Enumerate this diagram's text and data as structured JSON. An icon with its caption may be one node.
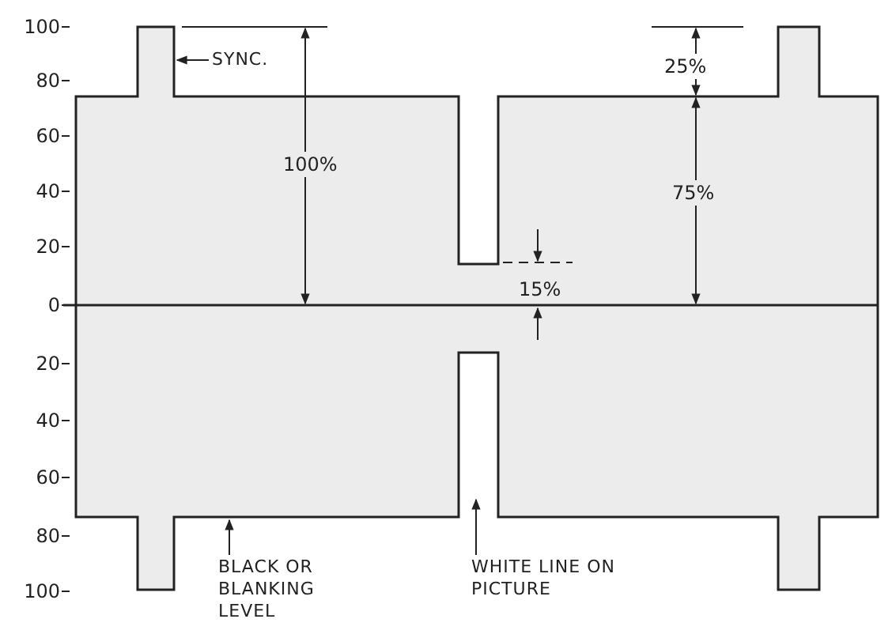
{
  "diagram": {
    "nodes": [
      {
        "text": [
          "SYNC."
        ]
      },
      {
        "text": [
          "BLACK OR BLANKING LEVEL"
        ]
      },
      {
        "text": [
          "WHITE LINE ON PICTURE"
        ]
      }
    ],
    "edges": [
      {
        "from": 0,
        "to": null,
        "arrow": "to"
      },
      {
        "from": 1,
        "to": null,
        "arrow": "to"
      },
      {
        "from": 2,
        "to": null,
        "arrow": "to"
      }
    ],
    "labels": [
      "100",
      "80",
      "60",
      "40",
      "20",
      "0",
      "20",
      "40",
      "60",
      "80",
      "100",
      "100%",
      "25%",
      "75%",
      "15%"
    ]
  }
}
